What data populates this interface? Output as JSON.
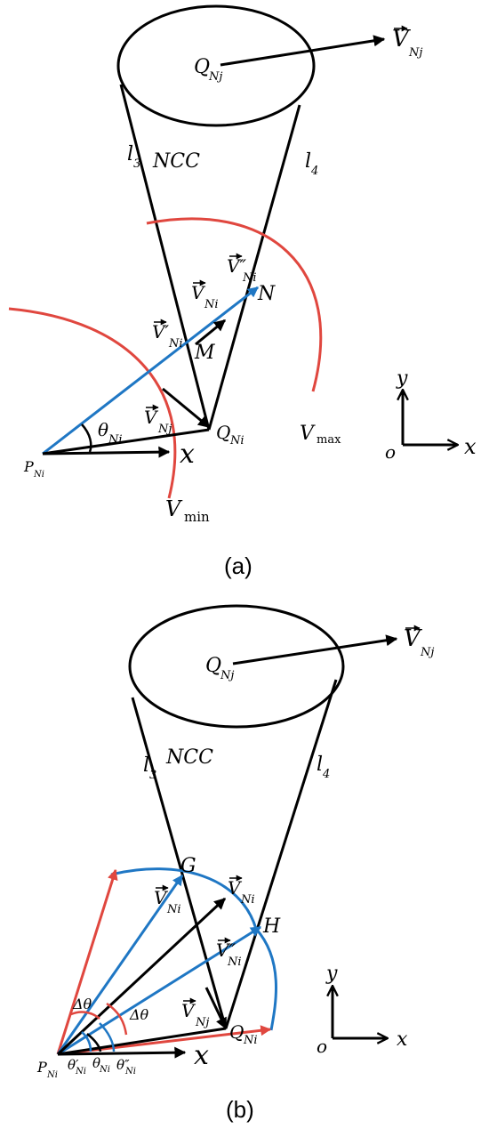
{
  "panel_a": {
    "caption": "(a)",
    "labels": {
      "vnj_top": "V",
      "vnj_top_sub": "Nj",
      "qnj": "Q",
      "qnj_sub": "Nj",
      "l3": "l",
      "l3_sub": "3",
      "ncc": "NCC",
      "l4": "l",
      "l4_sub": "4",
      "vni_dd": "V″",
      "vni_dd_sub": "Ni",
      "n": "N",
      "vni": "V",
      "vni_sub": "Ni",
      "vni_d": "V′",
      "vni_d_sub": "Ni",
      "m": "M",
      "theta": "θ",
      "theta_sub": "Ni",
      "vnj": "V",
      "vnj_sub": "Nj",
      "qni": "Q",
      "qni_sub": "Ni",
      "vmax": "V",
      "vmax_sub": "max",
      "x": "x",
      "pni": "P",
      "pni_sub": "Ni",
      "vmin": "V",
      "vmin_sub": "min"
    },
    "axes": {
      "y": "y",
      "o": "o",
      "x": "x"
    }
  },
  "panel_b": {
    "caption": "(b)",
    "labels": {
      "vnj_top": "V",
      "vnj_top_sub": "Nj",
      "qnj": "Q",
      "qnj_sub": "Nj",
      "l3": "l",
      "l3_sub": "3",
      "ncc": "NCC",
      "l4": "l",
      "l4_sub": "4",
      "g": "G",
      "vni_g": "V",
      "vni_g_sub": "Ni",
      "vni": "V",
      "vni_sub": "Ni",
      "vni_dd": "V″",
      "vni_dd_sub": "Ni",
      "h": "H",
      "dtheta1": "Δθ",
      "dtheta2": "Δθ",
      "vnj": "V",
      "vnj_sub": "Nj",
      "qni": "Q",
      "qni_sub": "Ni",
      "x": "x",
      "pni": "P",
      "pni_sub": "Ni",
      "theta_d": "θ′",
      "theta_d_sub": "Ni",
      "theta": "θ",
      "theta_sub": "Ni",
      "theta_dd": "θ″",
      "theta_dd_sub": "Ni"
    },
    "axes": {
      "y": "y",
      "o": "o",
      "x": "x"
    }
  },
  "colors": {
    "black": "#000000",
    "blue": "#1f77c4",
    "red": "#e0473f"
  }
}
